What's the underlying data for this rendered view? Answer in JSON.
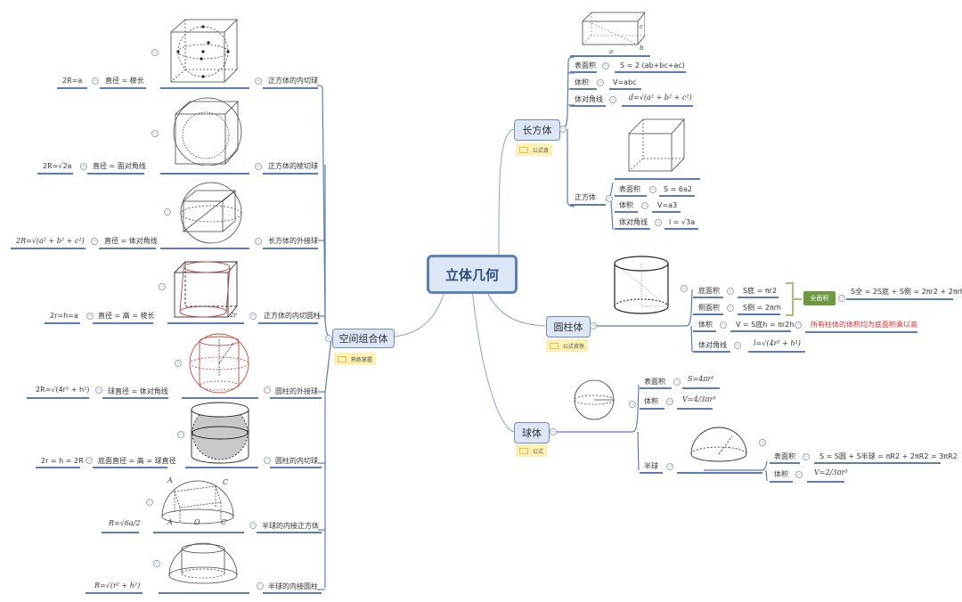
{
  "root": {
    "label": "立体几何"
  },
  "colors": {
    "line": "#5b7db4",
    "topic_bg": "#dce6f5",
    "note_bg": "#fdf0b0",
    "summary": "#6e9a3f",
    "red_note": "#e03030"
  },
  "left": {
    "topic": {
      "label": "空间组合体",
      "note": "熟练掌握"
    },
    "items": [
      {
        "name": "正方体的内切球",
        "relation": "直径 = 棱长",
        "formula": "2R=a"
      },
      {
        "name": "正方体的棱切球",
        "relation": "直径 = 面对角线",
        "formula": "2R=√2a"
      },
      {
        "name": "长方体的外接球",
        "relation": "直径 = 体对角线",
        "formula": "2R=√(a² + b² + c²)"
      },
      {
        "name": "正方体的内切圆柱",
        "relation": "直径 = 高 = 棱长",
        "formula": "2r=h=a"
      },
      {
        "name": "圆柱的外接球",
        "relation": "球直径 = 体对角线",
        "formula": "2R=√(4r² + h²)"
      },
      {
        "name": "圆柱的内切球",
        "relation": "底面直径 = 高 = 球直径",
        "formula": "2r = h = 2R"
      },
      {
        "name": "半球的内接正方体",
        "relation": "",
        "formula": "R=√6a/2"
      },
      {
        "name": "半球的内接圆柱",
        "relation": "",
        "formula": "R=√(r² + h²)"
      }
    ]
  },
  "cuboid": {
    "label": "长方体",
    "note": "公式背",
    "rows": [
      {
        "label": "表面积",
        "formula": "S = 2 (ab+bc+ac)"
      },
      {
        "label": "体积",
        "formula": "V=abc"
      },
      {
        "label": "体对角线",
        "formula": "d=√(a² + b² + c²)"
      }
    ],
    "cube": {
      "label": "正方体",
      "rows": [
        {
          "label": "表面积",
          "formula": "S = 6a2"
        },
        {
          "label": "体积",
          "formula": "V=a3"
        },
        {
          "label": "体对角线",
          "formula": "l = √3a"
        }
      ]
    }
  },
  "cylinder": {
    "label": "圆柱体",
    "note": "公式背熟",
    "rows": [
      {
        "label": "底面积",
        "formula": "S底 = πr2"
      },
      {
        "label": "侧面积",
        "formula": "S侧 = 2πrh"
      },
      {
        "label": "体积",
        "formula": "V = S底h = πr2h",
        "remark": "所有柱体的体积均为底面积乘以高"
      },
      {
        "label": "体对角线",
        "formula": "l=√(4r² + h²)"
      }
    ],
    "summary": {
      "label": "全面积",
      "formula": "S全 = 2S底 + S侧 = 2πr2 + 2πrh"
    }
  },
  "sphere": {
    "label": "球体",
    "note": "公式",
    "rows": [
      {
        "label": "表面积",
        "formula": "S=4πr²"
      },
      {
        "label": "体积",
        "formula": "V=4/3πr³"
      }
    ],
    "hemisphere": {
      "label": "半球",
      "rows": [
        {
          "label": "表面积",
          "formula": "S = S圆 + S半球 = πR2 + 2πR2 = 3πR2"
        },
        {
          "label": "体积",
          "formula": "V=2/3πr³"
        }
      ]
    }
  }
}
